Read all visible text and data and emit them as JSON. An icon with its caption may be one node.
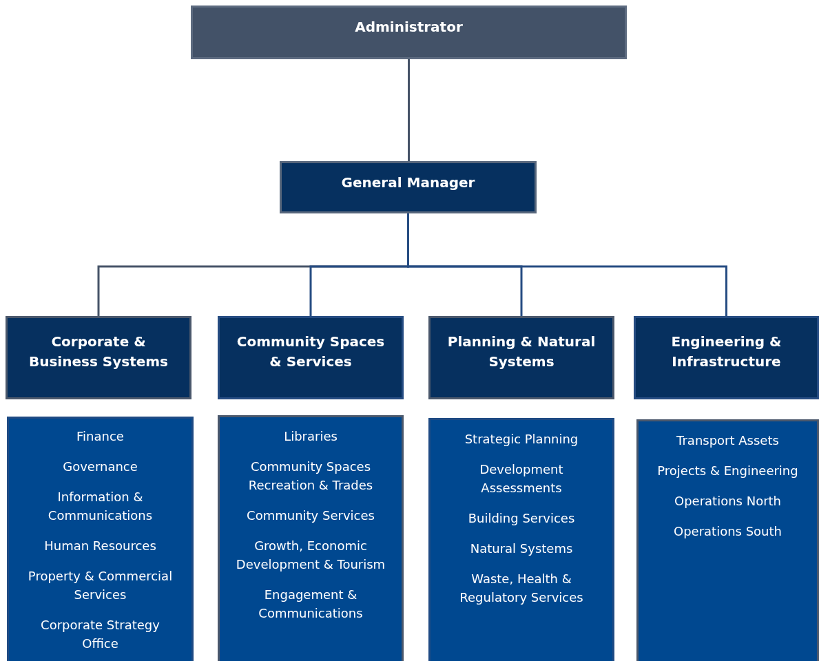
{
  "diagram": {
    "nodes": [
      {
        "text": [
          "Administrator"
        ]
      },
      {
        "text": [
          "General Manager"
        ]
      },
      {
        "text": [
          "Corporate & Business Systems"
        ]
      },
      {
        "text": [
          "Community Spaces & Services"
        ]
      },
      {
        "text": [
          "Planning & Natural Systems"
        ]
      },
      {
        "text": [
          "Engineering & Infrastructure"
        ]
      },
      {
        "text": [
          "Finance",
          "Governance",
          "Information & Communications",
          "Human Resources",
          "Property & Commercial Services",
          "Corporate Strategy Office"
        ]
      },
      {
        "text": [
          "Libraries",
          "Community Spaces Recreation & Trades",
          "Community Services",
          "Growth, Economic Development & Tourism",
          "Engagement & Communications"
        ]
      },
      {
        "text": [
          "Strategic Planning",
          "Development Assessments",
          "Building Services",
          "Natural Systems",
          "Waste, Health & Regulatory Services"
        ]
      },
      {
        "text": [
          "Transport Assets",
          "Projects & Engineering",
          "Operations North",
          "Operations South"
        ]
      }
    ],
    "edges": [
      {
        "from": 0,
        "to": 1,
        "arrow": "none",
        "color": "#465468"
      },
      {
        "from": 1,
        "to": 2,
        "arrow": "none",
        "color": "#465468"
      },
      {
        "from": 1,
        "to": 3,
        "arrow": "none"
      },
      {
        "from": 1,
        "to": 4,
        "arrow": "none"
      },
      {
        "from": 1,
        "to": 5,
        "arrow": "none"
      }
    ]
  }
}
